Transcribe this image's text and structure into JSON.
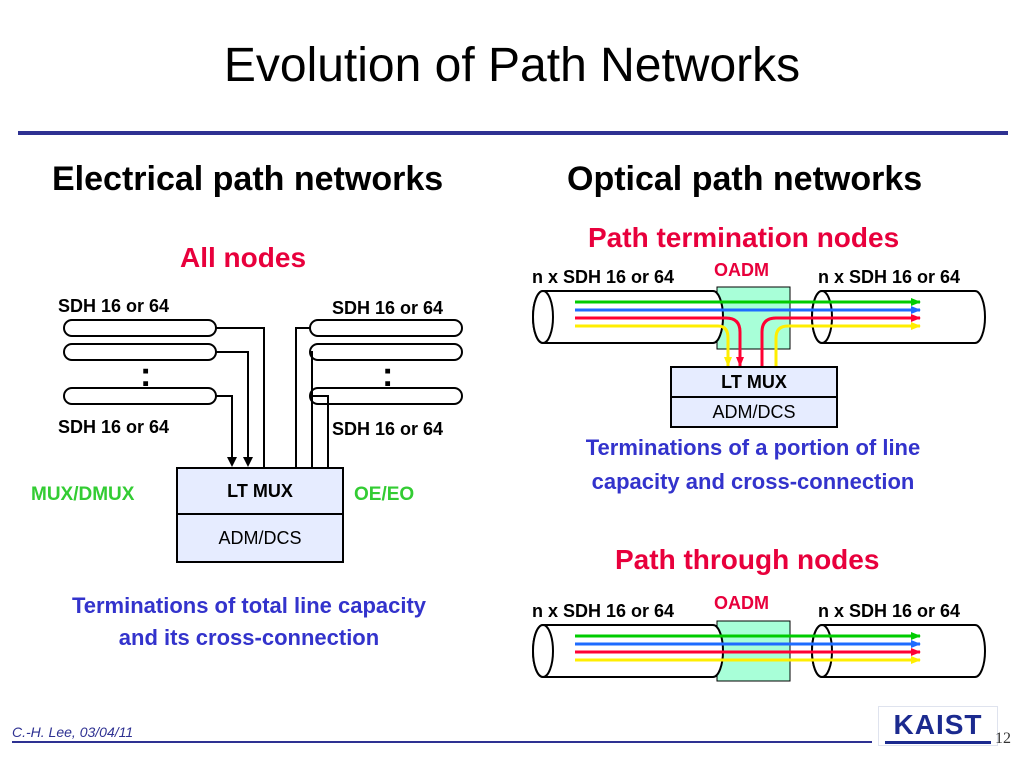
{
  "title": "Evolution of Path Networks",
  "left": {
    "heading": "Electrical path networks",
    "subheading": "All nodes",
    "label_top_left": "SDH 16 or 64",
    "label_top_right": "SDH 16 or 64",
    "label_bottom_left": "SDH 16 or 64",
    "label_bottom_right": "SDH 16 or 64",
    "dots": ":",
    "mux_label": "MUX/DMUX",
    "oeeo_label": "OE/EO",
    "box_top": "LT MUX",
    "box_bottom": "ADM/DCS",
    "caption_line1": "Terminations of total line capacity",
    "caption_line2": "and its cross-connection"
  },
  "right": {
    "heading": "Optical path networks",
    "termination": {
      "title": "Path termination nodes",
      "oadm": "OADM",
      "left_label": "n x SDH 16 or 64",
      "right_label": "n x SDH 16 or 64",
      "box_top": "LT MUX",
      "box_bottom": "ADM/DCS",
      "caption_line1": "Terminations of a portion of  line",
      "caption_line2": "capacity and cross-connection"
    },
    "through": {
      "title": "Path through nodes",
      "oadm": "OADM",
      "left_label": "n x SDH 16 or 64",
      "right_label": "n x SDH 16 or 64"
    }
  },
  "colors": {
    "accent": "#2e3192",
    "red": "#e8003c",
    "green": "#33cc33",
    "blue_text": "#3333cc",
    "oadm_fill": "#a8ffd8",
    "box_fill": "#e6ecff",
    "wave_green": "#00cc00",
    "wave_blue": "#1e6bff",
    "wave_red": "#ff0033",
    "wave_yellow": "#ffee00"
  },
  "footer": {
    "author": "C.-H. Lee, 03/04/11",
    "page": "12",
    "logo": "KAIST"
  }
}
